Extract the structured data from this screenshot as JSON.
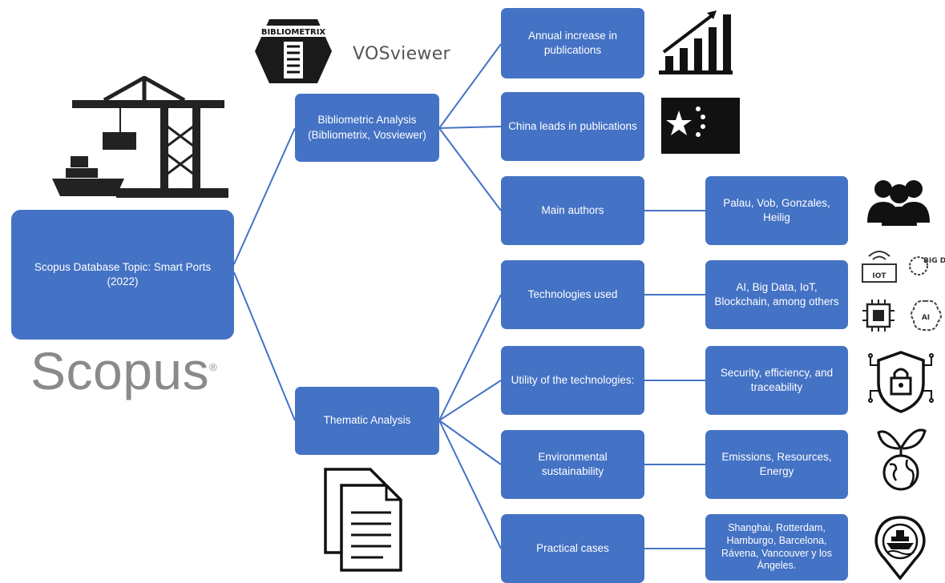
{
  "root": {
    "label": "Scopus Database Topic: Smart Ports (2022)"
  },
  "logos": {
    "scopus": "Scopus",
    "bibliometrix": "BIBLIOMETRIX",
    "vosviewer": "VOSviewer",
    "iot": "IOT",
    "bigdata": "BIG DATA",
    "ai": "AI"
  },
  "level1": [
    {
      "id": "bibliometric",
      "label": "Bibliometric Analysis (Bibliometrix, Vosviewer)"
    },
    {
      "id": "thematic",
      "label": "Thematic Analysis"
    }
  ],
  "level2": [
    {
      "id": "annual",
      "label": "Annual increase in publications",
      "parent": "bibliometric"
    },
    {
      "id": "china",
      "label": "China leads in publications",
      "parent": "bibliometric"
    },
    {
      "id": "authors",
      "label": "Main authors",
      "parent": "bibliometric"
    },
    {
      "id": "technologies",
      "label": "Technologies used",
      "parent": "thematic"
    },
    {
      "id": "utility",
      "label": "Utility of the technologies:",
      "parent": "thematic"
    },
    {
      "id": "environment",
      "label": "Environmental sustainability",
      "parent": "thematic"
    },
    {
      "id": "cases",
      "label": "Practical cases",
      "parent": "thematic"
    }
  ],
  "level3": [
    {
      "id": "authors_names",
      "label": "Palau, Vob, Gonzales, Heilig",
      "parent": "authors"
    },
    {
      "id": "tech_list",
      "label": "AI, Big Data, IoT, Blockchain, among others",
      "parent": "technologies"
    },
    {
      "id": "utility_list",
      "label": "Security, efficiency, and traceability",
      "parent": "utility"
    },
    {
      "id": "env_list",
      "label": "Emissions, Resources, Energy",
      "parent": "environment"
    },
    {
      "id": "cases_list",
      "label": "Shanghai, Rotterdam, Hamburgo, Barcelona, Rávena, Vancouver y los Ángeles.",
      "parent": "cases"
    }
  ],
  "icons": [
    "port-crane-icon",
    "growth-chart-icon",
    "china-flag-icon",
    "people-icon",
    "iot-icon",
    "big-data-icon",
    "chip-icon",
    "ai-brain-icon",
    "security-lock-icon",
    "eco-globe-icon",
    "ship-location-icon",
    "documents-icon"
  ],
  "colors": {
    "box": "#4472c4",
    "line": "#4472c4",
    "text": "#ffffff",
    "scopus": "#8a8a8a"
  }
}
